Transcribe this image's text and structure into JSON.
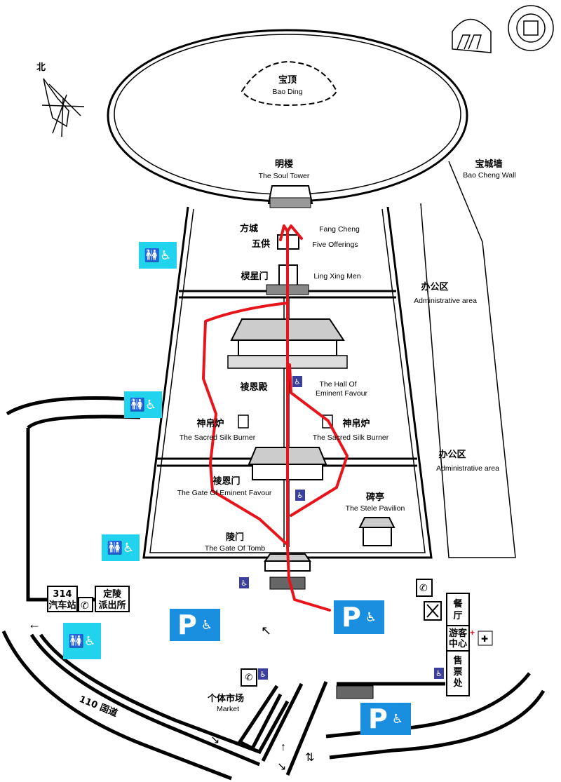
{
  "map": {
    "north_label": "北",
    "colors": {
      "route": "#e8141b",
      "parking": "#1a8fe0",
      "toilet": "#22d3ee",
      "accessible": "#3b3fa0"
    },
    "sites": {
      "bao_ding": {
        "cn": "宝顶",
        "en": "Bao Ding"
      },
      "soul_tower": {
        "cn": "明楼",
        "en": "The Soul Tower"
      },
      "bao_cheng_wall": {
        "cn": "宝城墙",
        "en": "Bao Cheng Wall"
      },
      "fang_cheng": {
        "cn": "方城",
        "en": "Fang Cheng"
      },
      "five_offerings": {
        "cn": "五供",
        "en": "Five Offerings"
      },
      "ling_xing_men": {
        "cn": "棂星门",
        "en": "Ling Xing Men"
      },
      "admin_1": {
        "cn": "办公区",
        "en": "Administrative area"
      },
      "hall": {
        "cn": "祾恩殿",
        "en1": "The Hall Of",
        "en2": "Eminent Favour"
      },
      "burner_left": {
        "cn": "神帛炉",
        "en": "The Sacred Silk Burner"
      },
      "burner_right": {
        "cn": "神帛炉",
        "en": "The Sacred Silk Burner"
      },
      "admin_2": {
        "cn": "办公区",
        "en": "Administrative area"
      },
      "gate_eminent": {
        "cn": "祾恩门",
        "en": "The Gate Of Eminent Favour"
      },
      "stele": {
        "cn": "碑亭",
        "en": "The Stele Pavilion"
      },
      "gate_tomb": {
        "cn": "陵门",
        "en": "The Gate Of Tomb"
      }
    },
    "facilities": {
      "bus_station": {
        "line1": "314",
        "line2": "汽车站"
      },
      "police": {
        "line1": "定陵",
        "line2": "派出所"
      },
      "restaurant": "餐厅",
      "visitor_center": {
        "line1": "游客",
        "line2": "中心"
      },
      "ticket_office": "售票处",
      "market": {
        "cn": "个体市场",
        "en": "Market"
      },
      "highway": "110 国道",
      "parking_symbol": "P"
    }
  }
}
